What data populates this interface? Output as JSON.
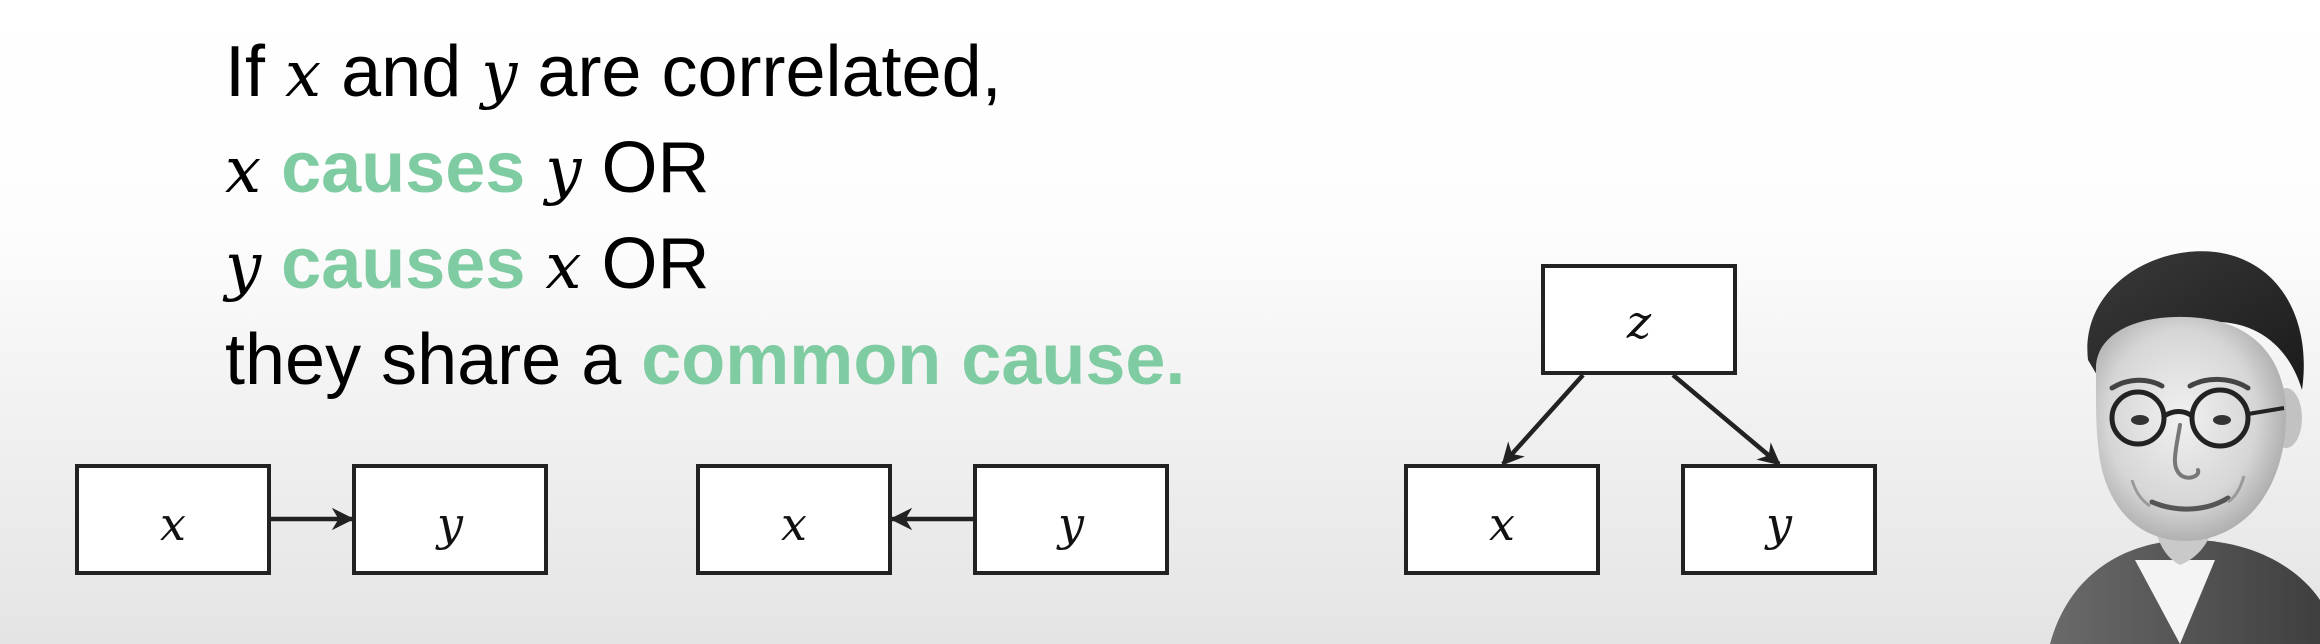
{
  "statement": {
    "line1": {
      "prefix": "If ",
      "var_a": "x",
      "mid": " and ",
      "var_b": "y",
      "suffix": " are correlated,"
    },
    "line2": {
      "var_a": "x",
      "verb": " causes ",
      "var_b": "y",
      "suffix": " OR"
    },
    "line3": {
      "var_a": "y",
      "verb": " causes ",
      "var_b": "x",
      "suffix": " OR"
    },
    "line4": {
      "prefix": "they share a ",
      "highlight": "common cause."
    }
  },
  "accent_color": "#7fcca2",
  "diagrams": {
    "x_causes_y": {
      "source": "x",
      "target": "y",
      "arrow": "x to y"
    },
    "y_causes_x": {
      "source": "y",
      "target": "x",
      "arrow": "y to x"
    },
    "common_cause": {
      "cause": "z",
      "effect_a": "x",
      "effect_b": "y"
    }
  },
  "portrait_icon": "person-portrait-icon"
}
